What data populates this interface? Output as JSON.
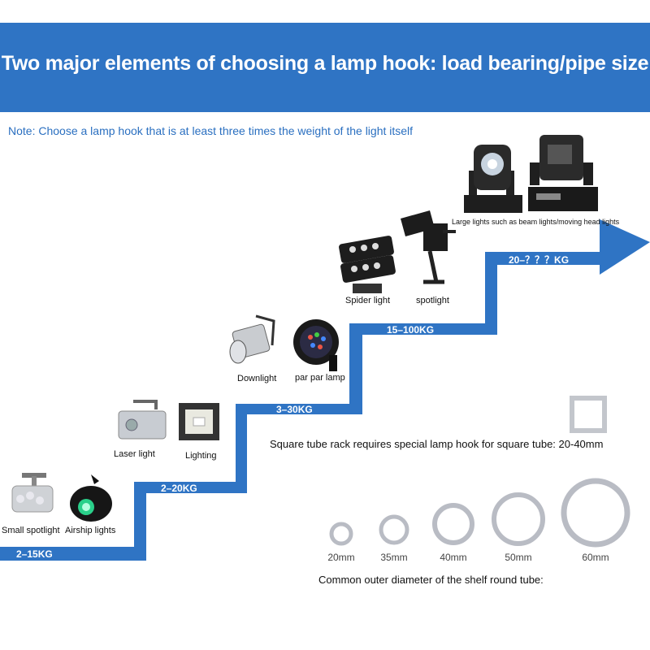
{
  "header": {
    "title": "Two major elements of choosing a lamp hook: load bearing/pipe size",
    "note": "Note: Choose a lamp hook that is at least three times the weight of the light itself"
  },
  "steps": [
    {
      "load": "2–15KG",
      "items": [
        "Small spotlight",
        "Airship lights"
      ]
    },
    {
      "load": "2–20KG",
      "items": [
        "Laser light",
        "Lighting"
      ]
    },
    {
      "load": "3–30KG",
      "items": [
        "Downlight",
        "par par lamp"
      ]
    },
    {
      "load": "15–100KG",
      "items": [
        "Spider light",
        "spotlight"
      ]
    },
    {
      "load": "20–？？？KG",
      "items": [
        "Large lights such as beam lights/moving head lights"
      ]
    }
  ],
  "square_tube": {
    "text": "Square tube rack requires special lamp hook for square tube: 20-40mm"
  },
  "round_tube": {
    "sizes": [
      "20mm",
      "35mm",
      "40mm",
      "50mm",
      "60mm"
    ],
    "caption": "Common outer diameter of the shelf round tube:"
  },
  "colors": {
    "brand_blue": "#2f74c4",
    "tube_gray": "#b9bcc4"
  }
}
